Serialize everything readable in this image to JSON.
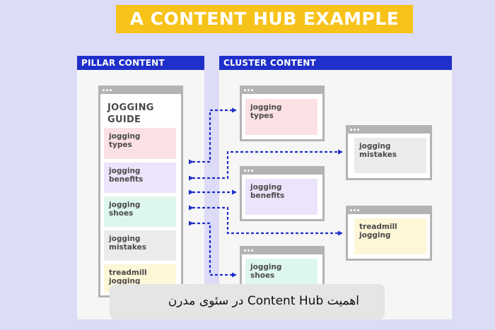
{
  "title": "A CONTENT HUB EXAMPLE",
  "pillar": {
    "header": "PILLAR CONTENT",
    "page_title_line1": "JOGGING",
    "page_title_line2": "GUIDE",
    "items": [
      {
        "line1": "jogging",
        "line2": "types"
      },
      {
        "line1": "jogging",
        "line2": "benefits"
      },
      {
        "line1": "jogging",
        "line2": "shoes"
      },
      {
        "line1": "jogging",
        "line2": "mistakes"
      },
      {
        "line1": "treadmill",
        "line2": "jogging"
      }
    ]
  },
  "cluster": {
    "header": "CLUSTER CONTENT",
    "pages": [
      {
        "line1": "jogging",
        "line2": "types"
      },
      {
        "line1": "jogging",
        "line2": "mistakes"
      },
      {
        "line1": "jogging",
        "line2": "benefits"
      },
      {
        "line1": "treadmill",
        "line2": "jogging"
      },
      {
        "line1": "jogging",
        "line2": "shoes"
      }
    ]
  },
  "caption": "اهمیت Content Hub در سئوی مدرن",
  "colors": {
    "banner": "#f7c21a",
    "header": "#1f2fc9",
    "arrow": "#1f2fc9",
    "pink": "#fbe1e4",
    "purple": "#ebe4fb",
    "green": "#def7ec",
    "gray": "#ebebeb",
    "yellow": "#fdf6d7"
  }
}
